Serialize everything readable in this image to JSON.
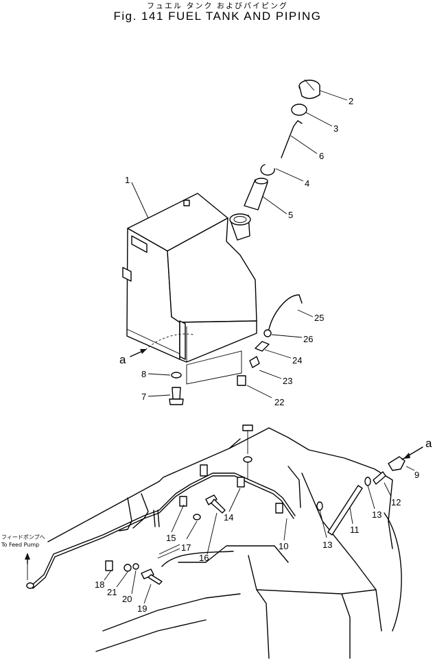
{
  "header": {
    "title_jp": "フュエル タンク およびパイピング",
    "title_en": "Fig. 141 FUEL TANK AND PIPING"
  },
  "view_marks": {
    "left": "a",
    "right": "a"
  },
  "note": {
    "line1": "フィードポンプへ",
    "line2": "To Feed Pump"
  },
  "callouts": [
    "1",
    "2",
    "3",
    "4",
    "5",
    "6",
    "7",
    "8",
    "9",
    "10",
    "11",
    "12",
    "13",
    "13",
    "14",
    "15",
    "16",
    "17",
    "18",
    "19",
    "20",
    "21",
    "22",
    "23",
    "24",
    "25",
    "26"
  ],
  "colors": {
    "ink": "#000000",
    "paper": "#ffffff"
  }
}
